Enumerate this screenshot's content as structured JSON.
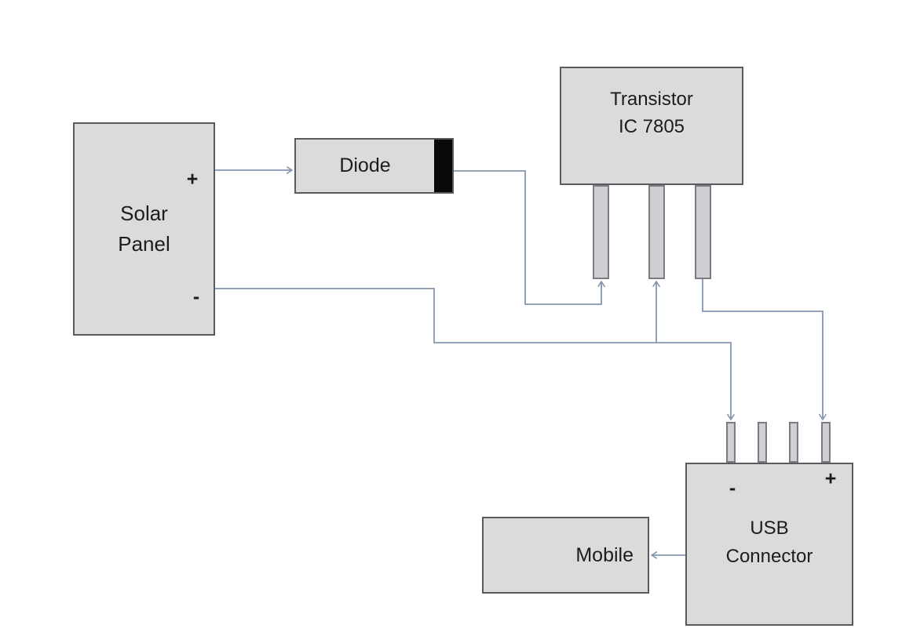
{
  "diagram": {
    "type": "block-diagram",
    "subject": "Solar mobile charger circuit",
    "nodes": {
      "solar_panel": {
        "lines": [
          "Solar",
          "Panel"
        ],
        "plus_label": "+",
        "minus_label": "-"
      },
      "diode": {
        "label": "Diode"
      },
      "transistor": {
        "lines": [
          "Transistor",
          "IC 7805"
        ]
      },
      "usb_connector": {
        "lines": [
          "USB",
          "Connector"
        ],
        "plus_label": "+",
        "minus_label": "-"
      },
      "mobile": {
        "label": "Mobile"
      }
    },
    "connections": [
      {
        "from": "solar-panel-plus",
        "to": "diode-input",
        "arrow": true
      },
      {
        "from": "diode-output",
        "to": "transistor-pin-1",
        "arrow": true
      },
      {
        "from": "solar-panel-minus",
        "to": "transistor-pin-2",
        "arrow": true
      },
      {
        "from": "solar-panel-minus",
        "to": "usb-connector-minus-pin",
        "arrow": true
      },
      {
        "from": "transistor-pin-3",
        "to": "usb-connector-plus-pin",
        "arrow": true
      },
      {
        "from": "usb-connector",
        "to": "mobile",
        "arrow": true
      }
    ],
    "colors": {
      "wire": "#8496af",
      "box_fill": "#dbdbdb",
      "box_border": "#5a5b5e",
      "pin_fill": "#d0cdd3",
      "pin_border": "#7b7b83",
      "diode_band": "#0a0a0a",
      "text": "#1c1c1c"
    }
  }
}
